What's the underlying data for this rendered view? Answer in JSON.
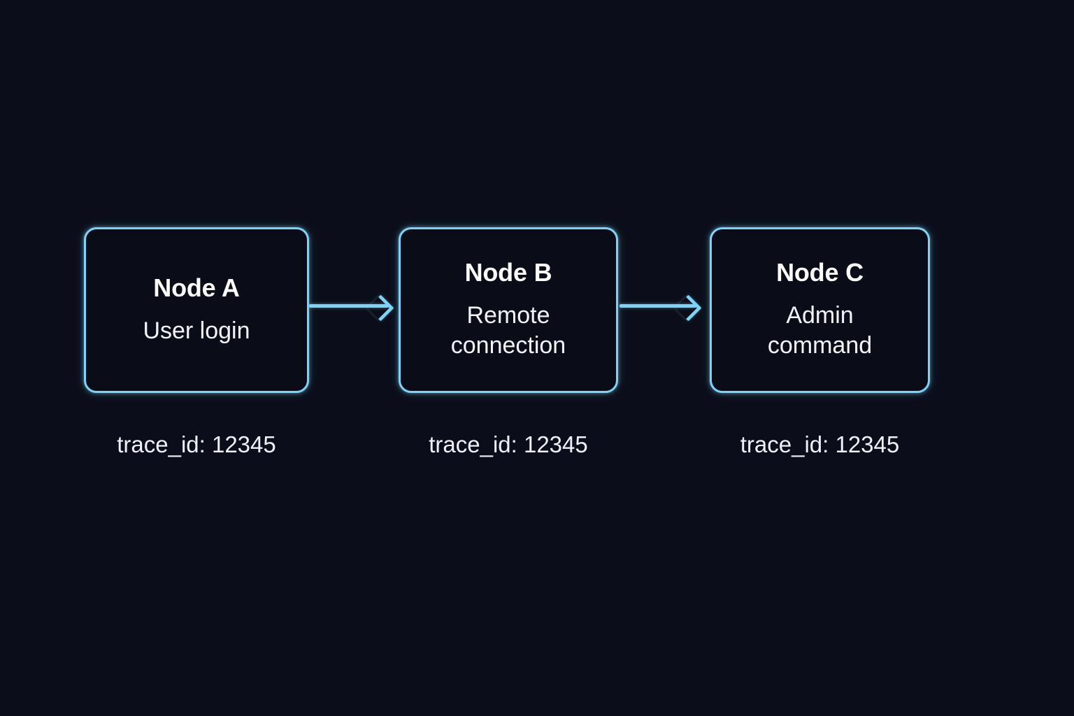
{
  "canvas": {
    "background_color": "#0b0e1a",
    "accent_color": "#7dd3f5",
    "node_fill_color": "#0a0d17",
    "text_color": "#ffffff"
  },
  "diagram": {
    "type": "flow",
    "direction": "left-to-right",
    "nodes": [
      {
        "id": "node-a",
        "title": "Node A",
        "subtitle": "User login",
        "trace_label": "trace_id: 12345"
      },
      {
        "id": "node-b",
        "title": "Node B",
        "subtitle": "Remote\nconnection",
        "trace_label": "trace_id: 12345"
      },
      {
        "id": "node-c",
        "title": "Node C",
        "subtitle": "Admin\ncommand",
        "trace_label": "trace_id: 12345"
      }
    ],
    "edges": [
      {
        "id": "arrow-ab",
        "from": "node-a",
        "to": "node-b",
        "style": "solid-arrow"
      },
      {
        "id": "arrow-bc",
        "from": "node-b",
        "to": "node-c",
        "style": "solid-arrow"
      }
    ]
  }
}
